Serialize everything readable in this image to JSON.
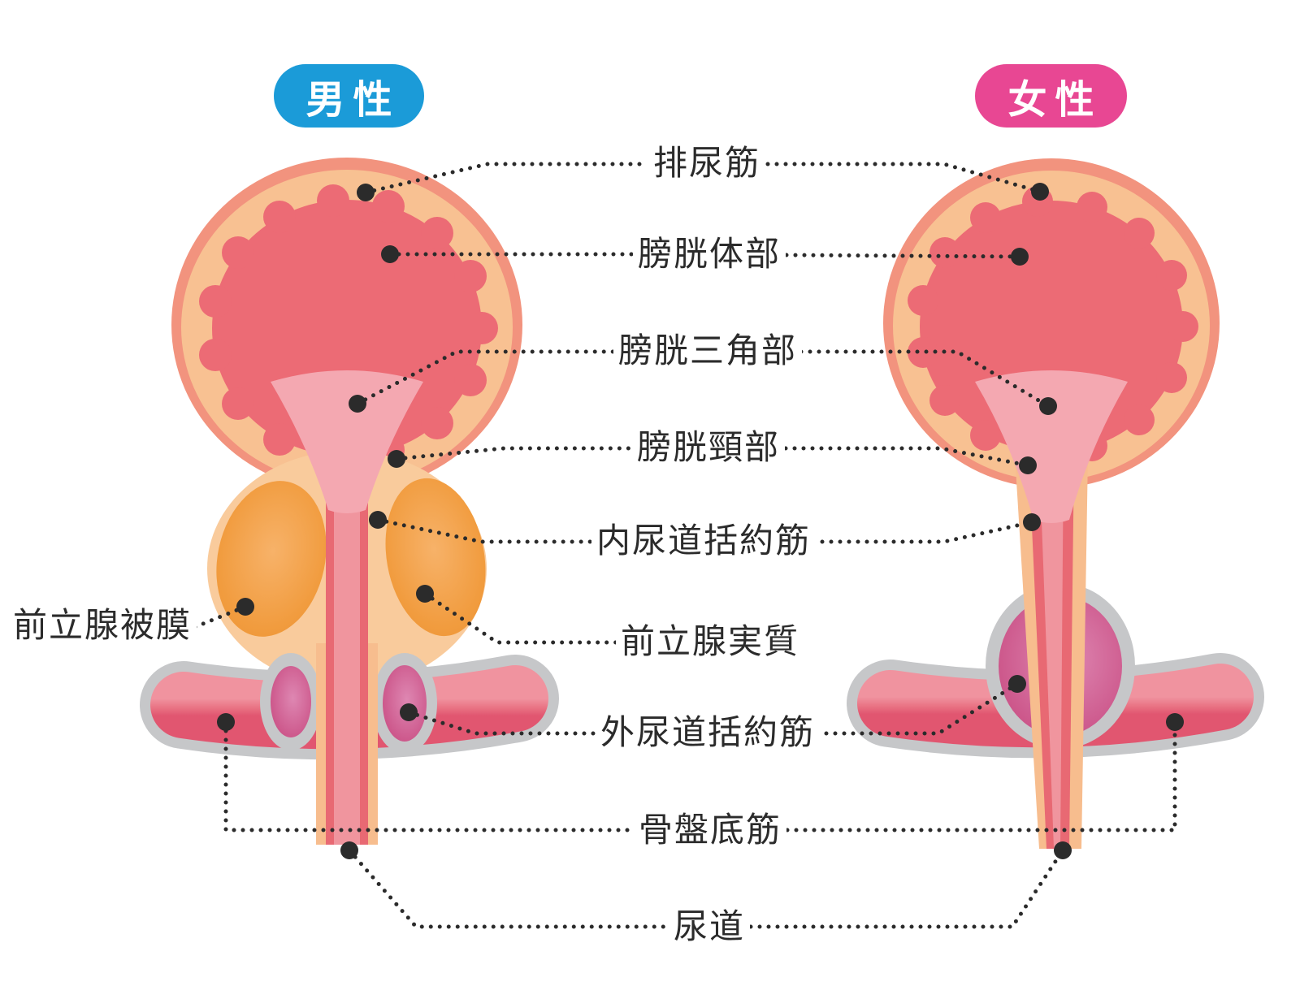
{
  "badges": {
    "male": {
      "label": "男性",
      "color": "#1B9BD8"
    },
    "female": {
      "label": "女性",
      "color": "#E84793"
    }
  },
  "labels": {
    "detrusor": "排尿筋",
    "bladder_body": "膀胱体部",
    "bladder_trigone": "膀胱三角部",
    "bladder_neck": "膀胱頸部",
    "internal_urethral_sphincter": "内尿道括約筋",
    "prostate_parenchyma": "前立腺実質",
    "external_urethral_sphincter": "外尿道括約筋",
    "pelvic_floor_muscle": "骨盤底筋",
    "urethra": "尿道",
    "prostate_capsule": "前立腺被膜"
  },
  "colors": {
    "badge_male_blue": "#1B9BD8",
    "badge_female_pink": "#E84793",
    "bladder_outer_rim_salmon": "#F2937E",
    "bladder_wall_peach": "#F8C192",
    "detrusor_rose": "#EC6B75",
    "trigone_light_pink": "#F4A8B1",
    "urethra_wall": "#E86973",
    "urethra_lumen": "#F0959E",
    "urethra_outer_peach": "#F7BD8E",
    "prostate_orange": "#F19C3F",
    "prostate_capsule_peach": "#F9CB9C",
    "pelvic_band_rose": "#E97283",
    "sphincter_magenta": "#C84B81",
    "outline_gray": "#C6C7C9",
    "leader_black": "#2B2B2B",
    "background": "#FFFFFF"
  }
}
